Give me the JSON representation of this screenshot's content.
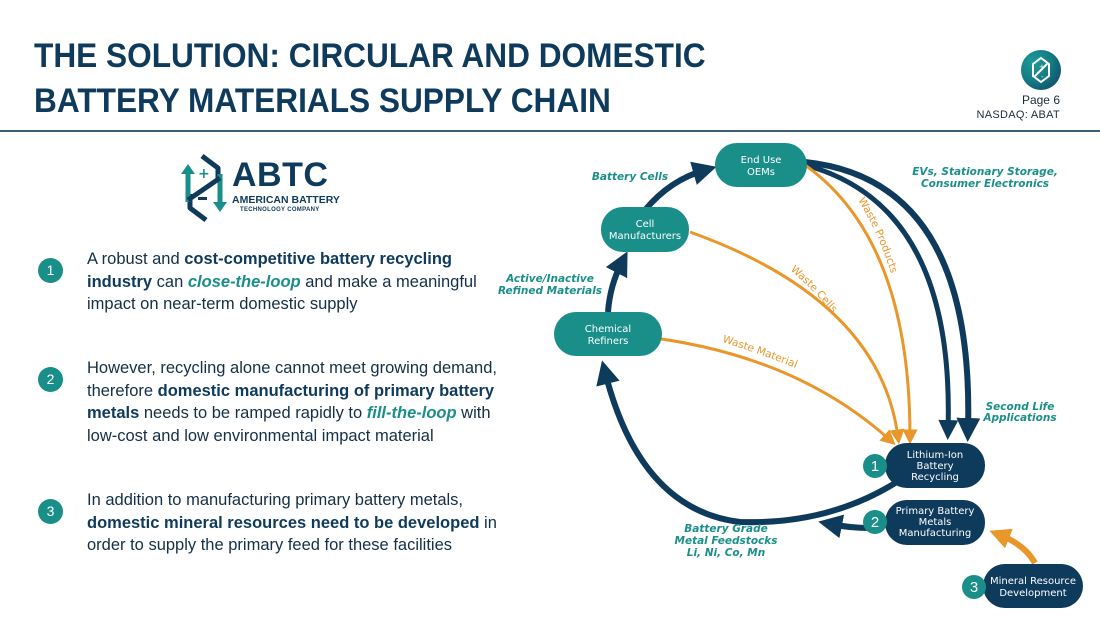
{
  "header": {
    "title_line1": "THE SOLUTION: CIRCULAR AND DOMESTIC",
    "title_line2": "BATTERY MATERIALS SUPPLY CHAIN",
    "page_label": "Page 6",
    "ticker": "NASDAQ: ABAT"
  },
  "brand": {
    "name": "ABTC",
    "line1": "AMERICAN BATTERY",
    "line2": "TECHNOLOGY COMPANY"
  },
  "points": [
    {
      "number": "1",
      "segments": [
        {
          "t": "A robust and ",
          "style": "normal"
        },
        {
          "t": "cost-competitive battery recycling industry",
          "style": "bold"
        },
        {
          "t": " can ",
          "style": "normal"
        },
        {
          "t": "close-the-loop",
          "style": "accent"
        },
        {
          "t": " and make a meaningful impact on near-term domestic supply",
          "style": "normal"
        }
      ]
    },
    {
      "number": "2",
      "segments": [
        {
          "t": "However, recycling alone cannot meet growing demand, therefore ",
          "style": "normal"
        },
        {
          "t": "domestic manufacturing of primary battery metals",
          "style": "bold"
        },
        {
          "t": " needs to be ramped rapidly to ",
          "style": "normal"
        },
        {
          "t": "fill-the-loop",
          "style": "accent"
        },
        {
          "t": " with low-cost and low environmental impact material",
          "style": "normal"
        }
      ]
    },
    {
      "number": "3",
      "segments": [
        {
          "t": "In addition to manufacturing primary battery metals, ",
          "style": "normal"
        },
        {
          "t": "domestic mineral resources need to be developed",
          "style": "bold"
        },
        {
          "t": " in order to supply the primary feed for these facilities",
          "style": "normal"
        }
      ]
    }
  ],
  "diagram": {
    "colors": {
      "teal": "#1a8f8a",
      "navy": "#0e3a5c",
      "orange": "#e9962a"
    },
    "nodes": {
      "end_use": [
        "End Use",
        "OEMs"
      ],
      "cell_mfr": [
        "Cell",
        "Manufacturers"
      ],
      "chem_ref": [
        "Chemical",
        "Refiners"
      ],
      "recycling": [
        "Lithium-Ion",
        "Battery",
        "Recycling"
      ],
      "primary": [
        "Primary Battery",
        "Metals",
        "Manufacturing"
      ],
      "mineral": [
        "Mineral Resource",
        "Development"
      ]
    },
    "badges": {
      "recycling": "1",
      "primary": "2",
      "mineral": "3"
    },
    "flow_labels": {
      "battery_cells": "Battery Cells",
      "evs_line1": "EVs, Stationary Storage,",
      "evs_line2": "Consumer Electronics",
      "active_line1": "Active/Inactive",
      "active_line2": "Refined Materials",
      "second_life_line1": "Second Life",
      "second_life_line2": "Applications",
      "feedstock_line1": "Battery Grade",
      "feedstock_line2": "Metal Feedstocks",
      "feedstock_line3": "Li, Ni, Co, Mn"
    },
    "waste_labels": {
      "products": "Waste Products",
      "cells": "Waste Cells",
      "material": "Waste Material"
    }
  }
}
